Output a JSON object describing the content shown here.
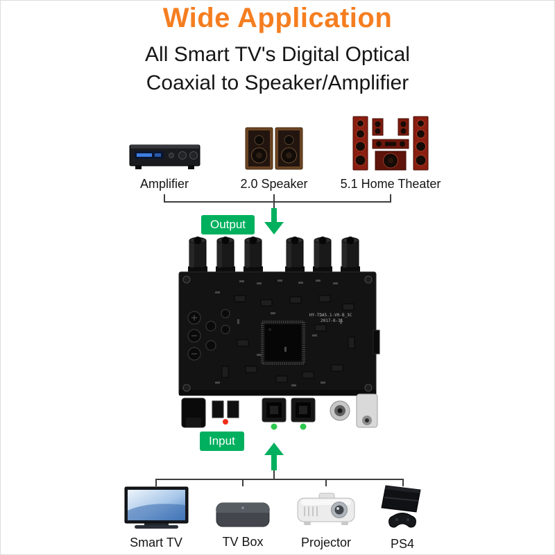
{
  "header": {
    "title": "Wide Application",
    "subtitle_line1": "All Smart TV's Digital Optical",
    "subtitle_line2": "Coaxial to Speaker/Amplifier"
  },
  "output_section": {
    "badge_label": "Output",
    "devices": [
      {
        "name": "amplifier",
        "label": "Amplifier"
      },
      {
        "name": "speaker-2-0",
        "label": "2.0 Speaker"
      },
      {
        "name": "home-theater-5-1",
        "label": "5.1 Home Theater"
      }
    ]
  },
  "input_section": {
    "badge_label": "Input",
    "devices": [
      {
        "name": "smart-tv",
        "label": "Smart TV"
      },
      {
        "name": "tv-box",
        "label": "TV Box"
      },
      {
        "name": "projector",
        "label": "Projector"
      },
      {
        "name": "ps4",
        "label": "PS4"
      }
    ]
  },
  "board": {
    "silkscreen_line1": "HY-TDA5.1-V0-B_3C",
    "silkscreen_line2": "2017-8-31"
  },
  "colors": {
    "accent_orange": "#f57e20",
    "accent_green": "#00b05e"
  }
}
